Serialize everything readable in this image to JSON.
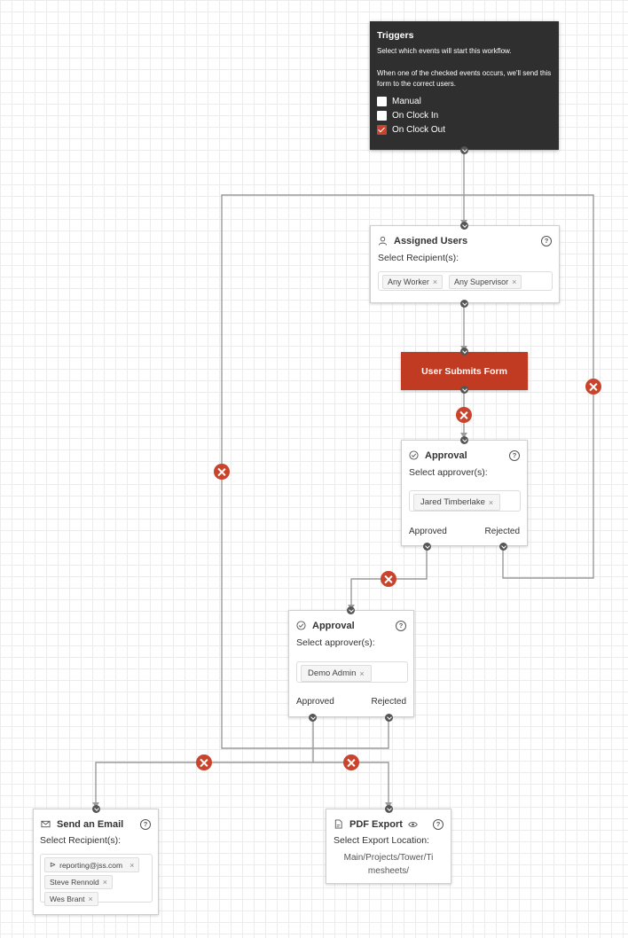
{
  "triggers": {
    "title": "Triggers",
    "description_1": "Select which events will start this workflow.",
    "description_2": "When one of the checked events occurs, we'll send this form to the correct users.",
    "options": [
      {
        "label": "Manual",
        "checked": false
      },
      {
        "label": "On Clock In",
        "checked": false
      },
      {
        "label": "On Clock Out",
        "checked": true
      }
    ]
  },
  "assigned": {
    "title": "Assigned Users",
    "subtitle": "Select Recipient(s):",
    "tags": [
      "Any Worker",
      "Any Supervisor"
    ]
  },
  "submit": {
    "label": "User Submits Form"
  },
  "approval1": {
    "title": "Approval",
    "subtitle": "Select approver(s):",
    "tags": [
      "Jared Timberlake"
    ],
    "approved_label": "Approved",
    "rejected_label": "Rejected"
  },
  "approval2": {
    "title": "Approval",
    "subtitle": "Select approver(s):",
    "tags": [
      "Demo Admin"
    ],
    "approved_label": "Approved",
    "rejected_label": "Rejected"
  },
  "email": {
    "title": "Send an Email",
    "subtitle": "Select Recipient(s):",
    "tags": [
      "reporting@jss.com",
      "Steve Rennold",
      "Wes Brant"
    ]
  },
  "pdf": {
    "title": "PDF Export",
    "subtitle": "Select Export Location:",
    "location": "Main/Projects/Tower/Ti\nmesheets/"
  },
  "colors": {
    "accent": "#c13a22",
    "dark_panel": "#2f2f2f",
    "wire": "#9a9a9a"
  },
  "help_glyph": "?"
}
